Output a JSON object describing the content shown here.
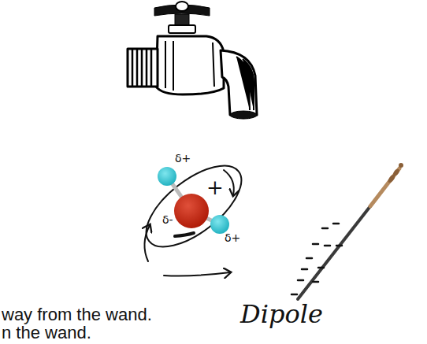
{
  "diagram": {
    "labels": [
      "δ+",
      "δ+",
      "δ-",
      "+",
      "way from the wand.",
      "n the wand.",
      "Dipole"
    ]
  }
}
